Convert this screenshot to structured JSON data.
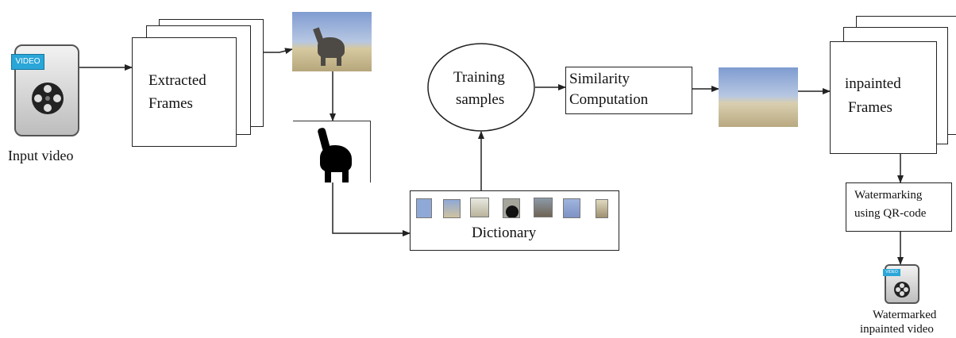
{
  "nodes": {
    "input_video": {
      "label": "Input video",
      "badge": "VIDEO"
    },
    "extracted_frames": {
      "line1": "Extracted",
      "line2": "Frames"
    },
    "training_samples": {
      "line1": "Training",
      "line2": "samples"
    },
    "similarity": {
      "line1": "Similarity",
      "line2": "Computation"
    },
    "dictionary": {
      "label": "Dictionary"
    },
    "inpainted_frames": {
      "line1": "inpainted",
      "line2": "Frames"
    },
    "watermarking": {
      "line1": "Watermarking",
      "line2": "using QR-code"
    },
    "output_video": {
      "line1": "Watermarked",
      "line2": "inpainted video",
      "badge": "VIDEO"
    }
  },
  "colors": {
    "line": "#222222",
    "badge": "#2aa6d8",
    "sky": "#8fa9d6",
    "ground": "#d8c9a0",
    "elephant": "#000000"
  }
}
